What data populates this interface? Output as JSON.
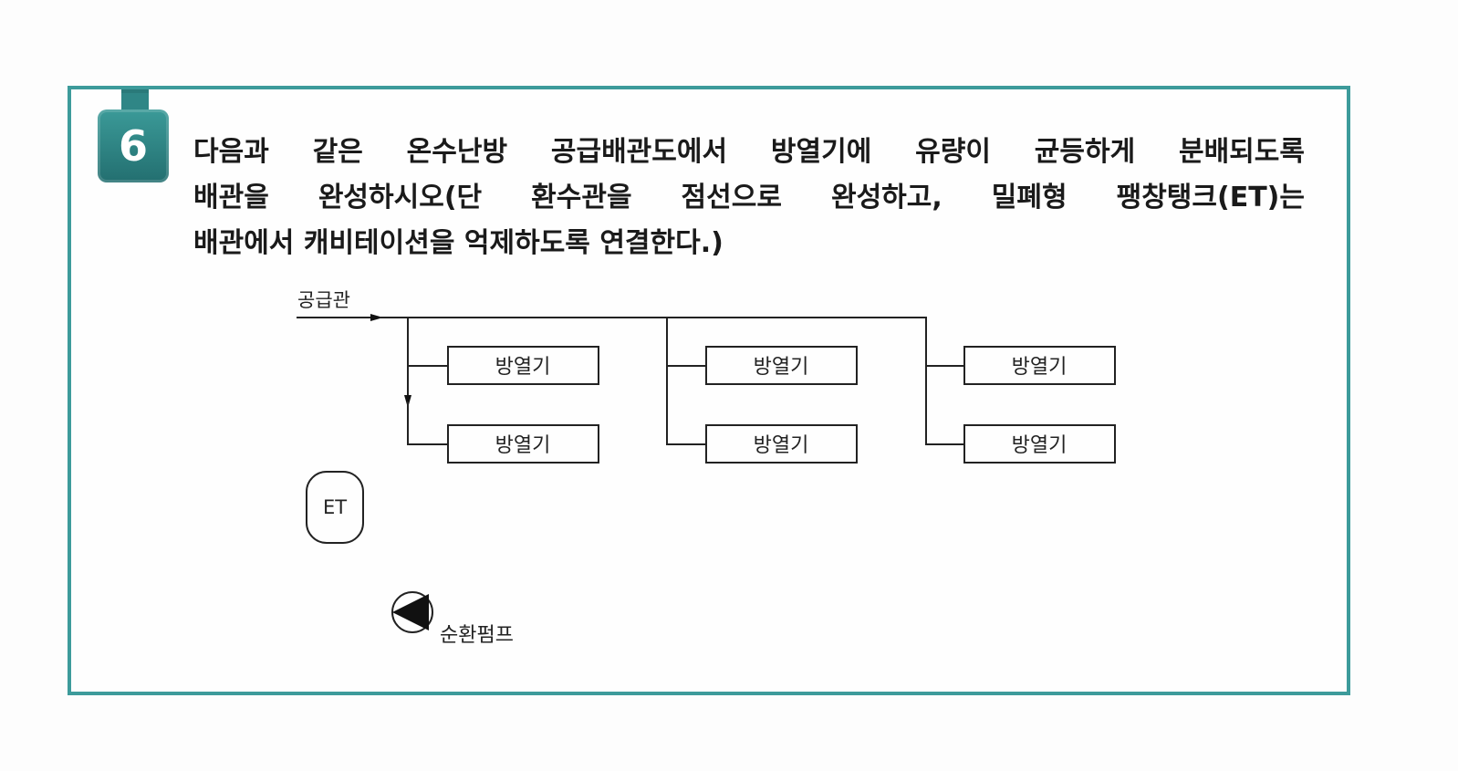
{
  "question": {
    "number": "6",
    "lines": [
      "다음과 같은 온수난방 공급배관도에서 방열기에 유량이 균등하게 분배되도록",
      "배관을 완성하시오(단 환수관을 점선으로 완성하고, 밀폐형 팽창탱크(ET)는",
      "배관에서 캐비테이션을 억제하도록 연결한다.)"
    ]
  },
  "diagram": {
    "supply_pipe_label": "공급관",
    "radiator_label": "방열기",
    "radiators": [
      "방열기",
      "방열기",
      "방열기",
      "방열기",
      "방열기",
      "방열기"
    ],
    "expansion_tank_label": "ET",
    "pump_label": "순환펌프"
  },
  "colors": {
    "frame": "#3d9b9b",
    "badge": "#2f8686"
  }
}
